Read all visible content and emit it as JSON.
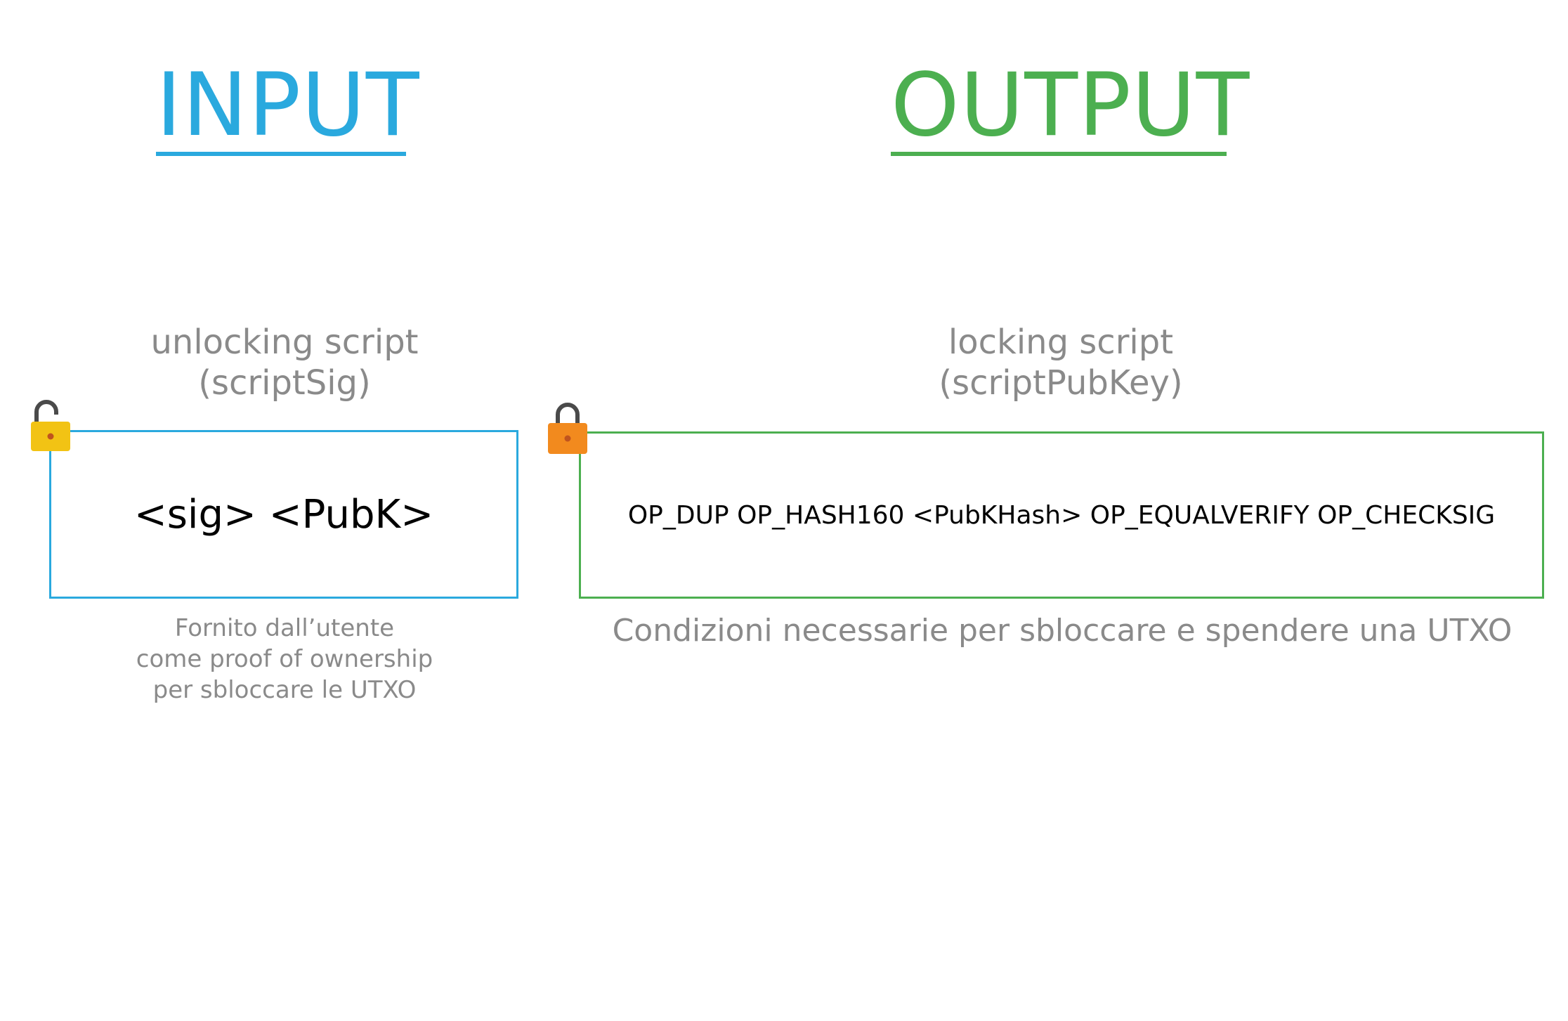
{
  "input": {
    "heading": "INPUT",
    "caption_line1": "unlocking script",
    "caption_line2": "(scriptSig)",
    "script": "<sig> <PubK>",
    "note_line1": "Fornito dall’utente",
    "note_line2": "come proof of ownership",
    "note_line3": "per sbloccare le UTXO",
    "icon": "unlocked-padlock-icon"
  },
  "output": {
    "heading": "OUTPUT",
    "caption_line1": "locking script",
    "caption_line2": "(scriptPubKey)",
    "script": "OP_DUP OP_HASH160 <PubKHash> OP_EQUALVERIFY OP_CHECKSIG",
    "note": "Condizioni necessarie per sbloccare e spendere una UTXO",
    "icon": "locked-padlock-icon"
  },
  "colors": {
    "input_accent": "#2aa9de",
    "output_accent": "#4caf50",
    "unlocked_lock_body": "#f2c314",
    "locked_lock_body": "#f28a1e",
    "lock_shackle": "#4a4a4a",
    "muted_text": "#8a8a8a"
  }
}
